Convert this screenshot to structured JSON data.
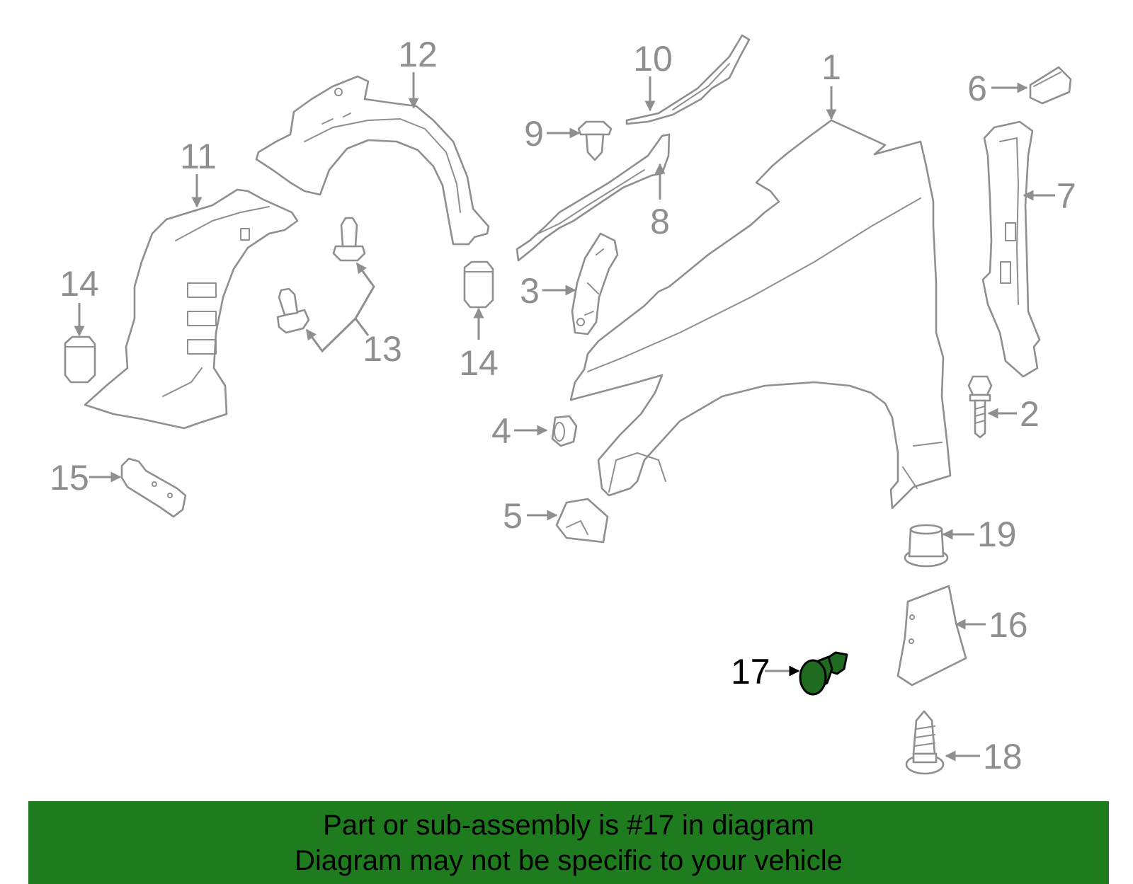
{
  "callouts": {
    "n1": "1",
    "n2": "2",
    "n3": "3",
    "n4": "4",
    "n5": "5",
    "n6": "6",
    "n7": "7",
    "n8": "8",
    "n9": "9",
    "n10": "10",
    "n11": "11",
    "n12": "12",
    "n13": "13",
    "n14a": "14",
    "n14b": "14",
    "n15": "15",
    "n16": "16",
    "n17": "17",
    "n18": "18",
    "n19": "19"
  },
  "highlighted_part": "17",
  "colors": {
    "line": "#8f8f8f",
    "highlight_fill": "#1f6b1f",
    "banner": "#1e7b1e"
  },
  "banner": {
    "line1": "Part or sub-assembly is #17 in diagram",
    "line2": "Diagram may not be specific to your vehicle"
  }
}
